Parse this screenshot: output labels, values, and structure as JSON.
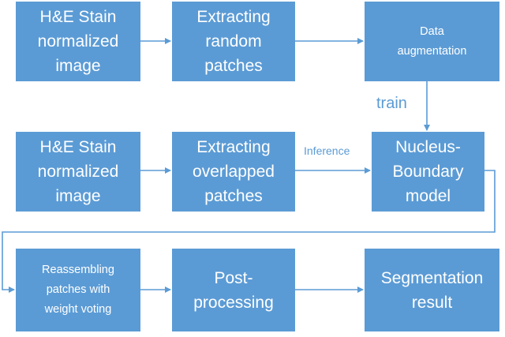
{
  "nodes": {
    "input_train": "H&E Stain\nnormalized\nimage",
    "extract_random": "Extracting\nrandom\npatches",
    "augmentation": "Data\naugmentation",
    "input_test": "H&E Stain\nnormalized\nimage",
    "extract_overlapped": "Extracting\noverlapped\npatches",
    "model": "Nucleus-\nBoundary\nmodel",
    "reassemble": "Reassembling\npatches with\nweight voting",
    "postprocess": "Post-\nprocessing",
    "result": "Segmentation\nresult"
  },
  "edge_labels": {
    "train": "train",
    "inference": "Inference"
  },
  "colors": {
    "box_fill": "#5b9bd5",
    "box_text": "#ffffff",
    "arrow": "#5b9bd5",
    "label_text": "#5b9bd5"
  }
}
